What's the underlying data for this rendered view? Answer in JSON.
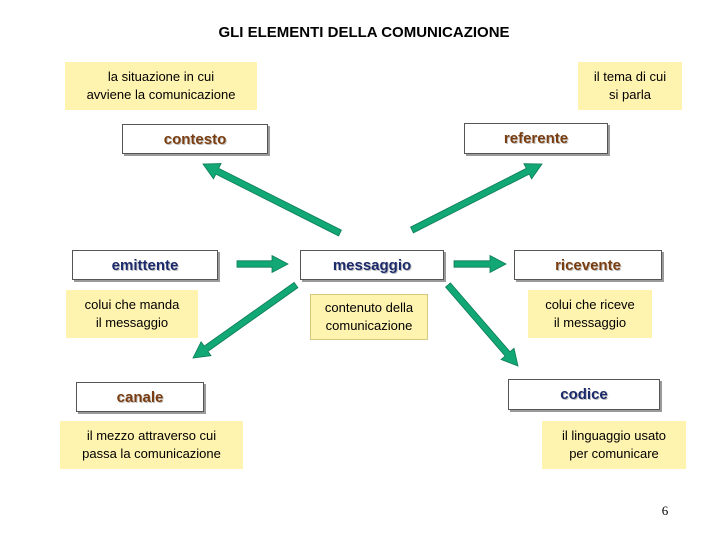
{
  "title": "GLI ELEMENTI DELLA COMUNICAZIONE",
  "page_number": "6",
  "colors": {
    "arrow": "#12a876",
    "note_bg": "#fff3b0",
    "brown_text": "#7a3d10",
    "navy_text": "#1b2a6b"
  },
  "nodes": {
    "contesto": "contesto",
    "referente": "referente",
    "emittente": "emittente",
    "messaggio": "messaggio",
    "ricevente": "ricevente",
    "canale": "canale",
    "codice": "codice"
  },
  "notes": {
    "contesto": "la situazione in cui\navviene la comunicazione",
    "referente": "il tema di cui\nsi parla",
    "emittente": "colui che manda\nil messaggio",
    "messaggio": "contenuto della\ncomunicazione",
    "ricevente": "colui che riceve\nil messaggio",
    "canale": "il mezzo attraverso cui\npassa la comunicazione",
    "codice": "il linguaggio usato\nper comunicare"
  }
}
